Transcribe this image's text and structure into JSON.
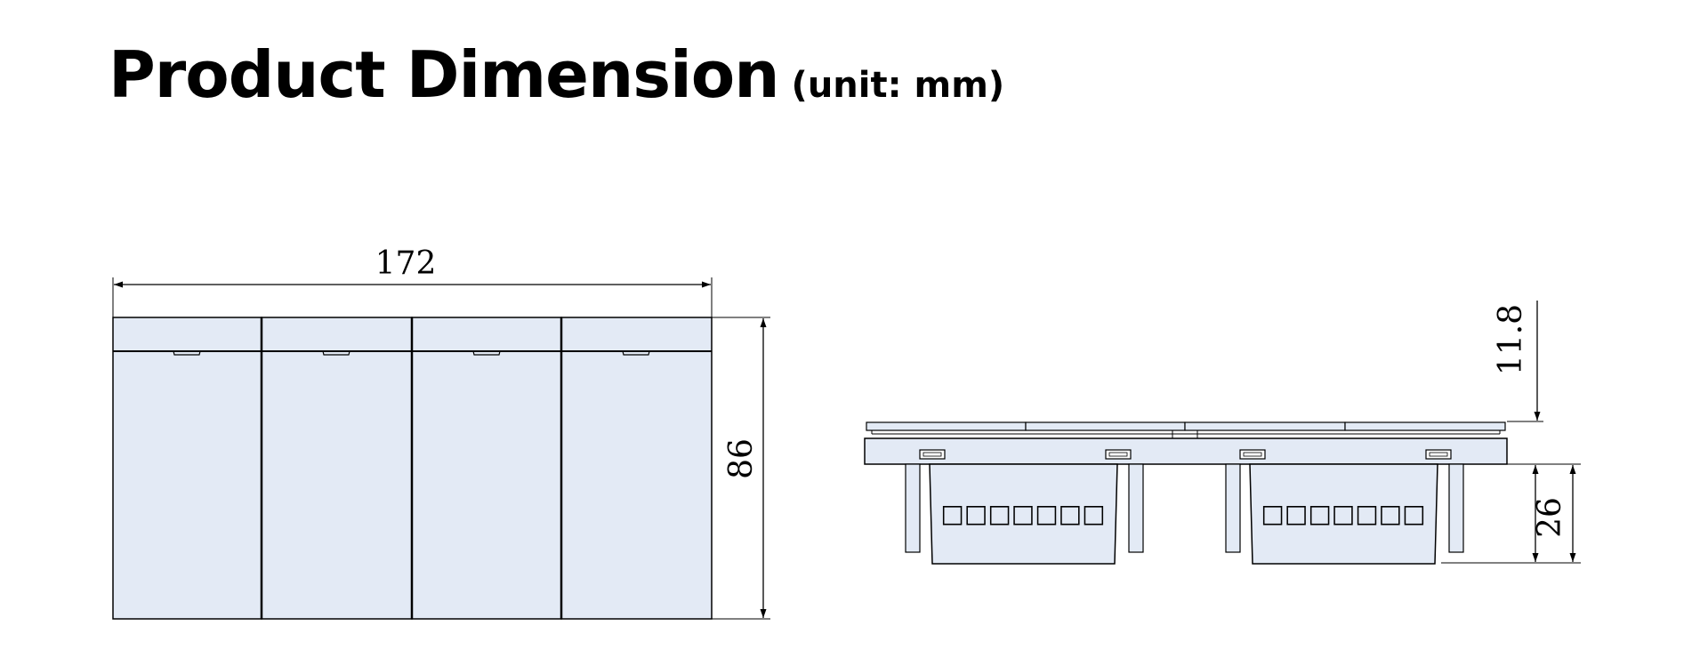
{
  "title": {
    "main": "Product Dimension",
    "unit": "(unit: mm)"
  },
  "dimensions": {
    "width": "172",
    "height": "86",
    "faceplate_thickness": "11.8",
    "depth": "26"
  },
  "front_view": {
    "panel_count": 4
  },
  "side_view": {
    "connector_label": "□□□□□□□"
  },
  "colors": {
    "panel_fill": "#e3eaf5",
    "line": "#000000",
    "background": "#ffffff"
  }
}
